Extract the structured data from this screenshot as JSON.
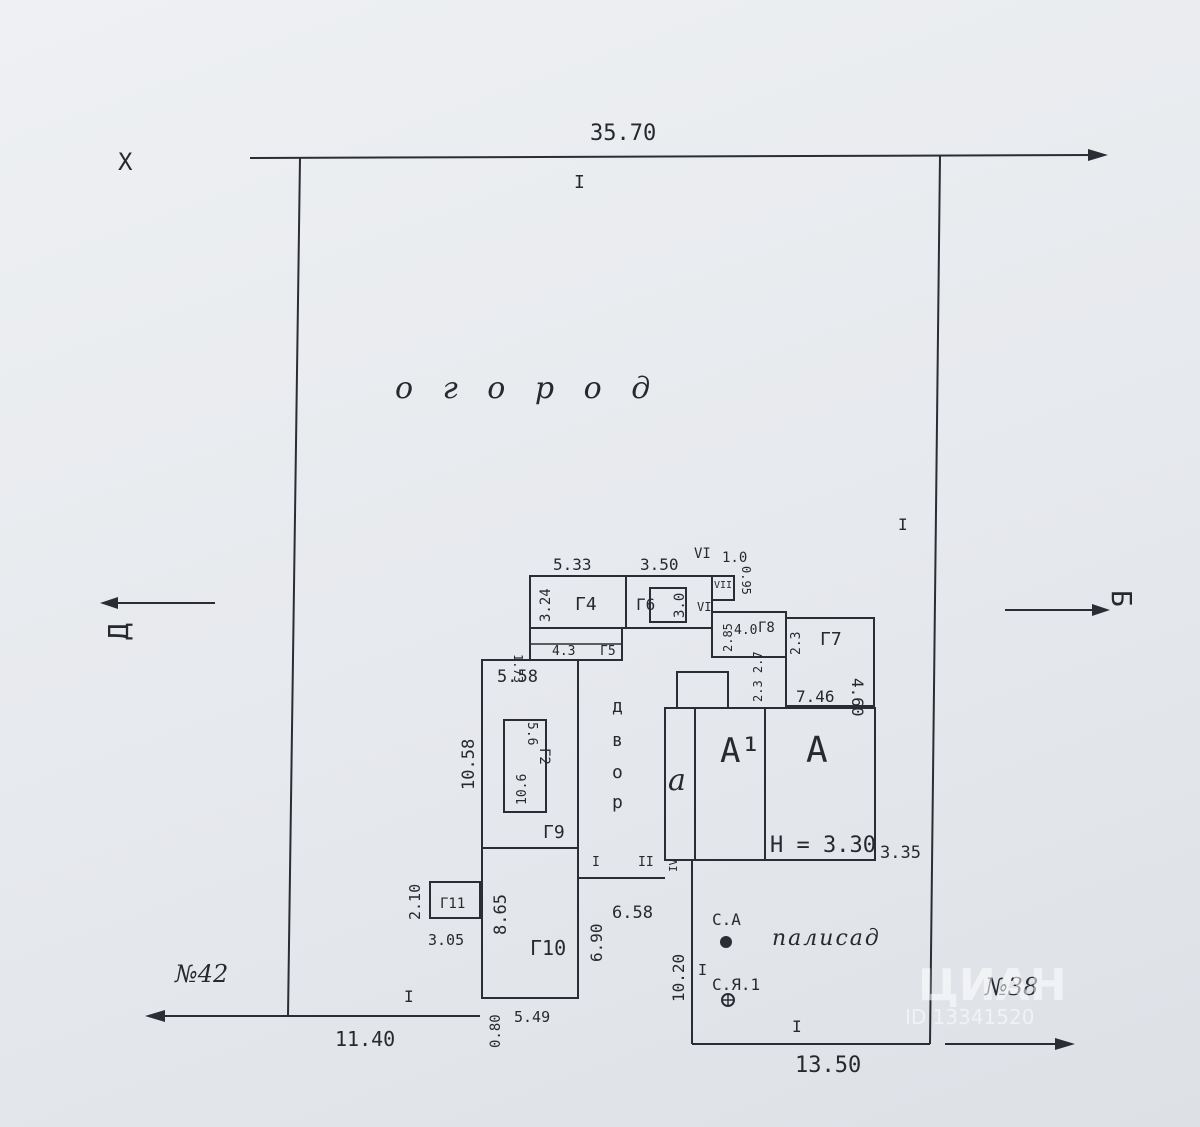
{
  "labels": {
    "ogorod": "о г о р о д",
    "dvor_1": "д",
    "dvor_2": "в",
    "dvor_3": "о",
    "dvor_4": "р",
    "palisad": "палисад",
    "neighbor_left": "№42",
    "neighbor_right": "№38",
    "building_a": "А",
    "building_a1": "А¹",
    "building_a_small": "а",
    "height": "Н = 3.30",
    "ca": "С.А",
    "cr1": "С.Я.1",
    "arrow_top": "Х",
    "arrow_left": "Д",
    "arrow_right": "Б"
  },
  "outbuildings": {
    "g2": "Г2",
    "g4": "Г4",
    "g5": "Г5",
    "g6": "Г6",
    "g7": "Г7",
    "g8": "Г8",
    "g9": "Г9",
    "g10": "Г10",
    "g11": "Г11"
  },
  "dimensions": {
    "top": "35.70",
    "bottom_left": "11.40",
    "bottom_right": "13.50",
    "d_533": "5.33",
    "d_350": "3.50",
    "d_vi": "VI",
    "d_10": "1.0",
    "d_095": "0.95",
    "d_324": "3.24",
    "d_30": "3.0",
    "d_173": "1.73",
    "d_43": "4.3",
    "d_558": "5.58",
    "d_1058": "10.58",
    "d_56": "5.6",
    "d_106": "10.6",
    "d_285": "2.85",
    "d_40": "4.0",
    "d_23": "2.3",
    "d_460": "4.60",
    "d_746": "7.46",
    "d_2327": "2.3 2.7",
    "d_335": "3.35",
    "d_210": "2.10",
    "d_305": "3.05",
    "d_865": "8.65",
    "d_690": "6.90",
    "d_658": "6.58",
    "d_1020": "10.20",
    "d_080": "0.80",
    "d_549": "5.49"
  },
  "roman": {
    "top": "I",
    "right": "I",
    "bottom_left": "I",
    "bottom_right": "I",
    "palisad_left": "I",
    "vii": "VII",
    "vi": "VI",
    "ii": "II",
    "iv": "IV",
    "small_i": "I"
  },
  "watermark": {
    "brand": "ЦИАН",
    "id": "ID 13341520"
  }
}
